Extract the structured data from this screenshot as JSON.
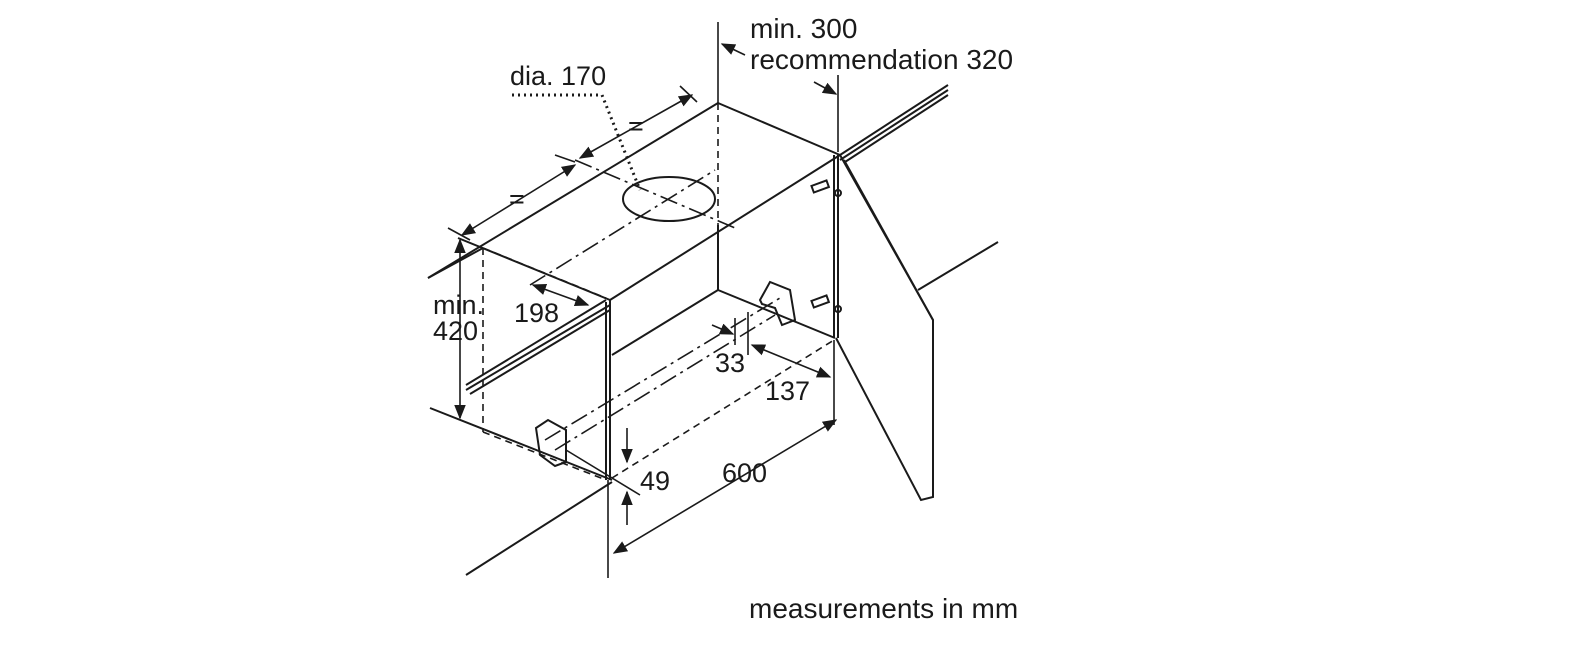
{
  "labels": {
    "side_min_line1": "min. 300",
    "side_min_line2": "recommendation 320",
    "duct_diameter": "dia. 170",
    "equal_a": "=",
    "equal_b": "=",
    "height_min_line1": "min.",
    "height_min_line2": "420",
    "depth_198": "198",
    "offset_33": "33",
    "offset_137": "137",
    "offset_49": "49",
    "width_600": "600",
    "units_note": "measurements in mm"
  },
  "colors": {
    "stroke": "#1a1a1a",
    "background": "#ffffff"
  }
}
